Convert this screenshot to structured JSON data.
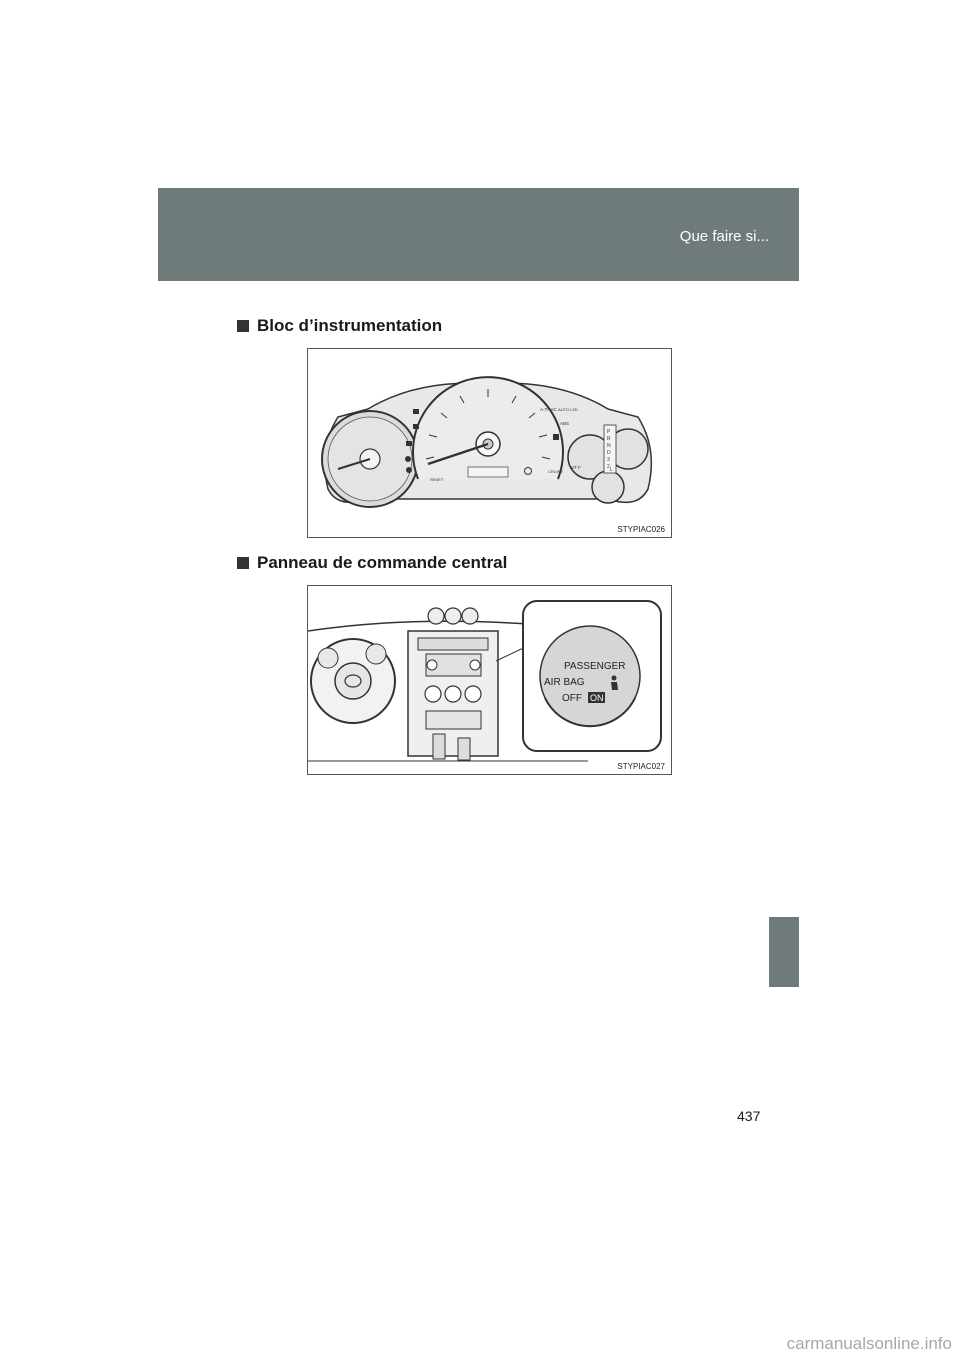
{
  "header": {
    "title": "Que faire si..."
  },
  "sections": [
    {
      "heading": "Bloc d’instrumentation",
      "figure_code": "STYPIAC026"
    },
    {
      "heading": "Panneau de commande central",
      "figure_code": "STYPIAC027"
    }
  ],
  "cluster_labels": {
    "trac": "A-TRAC",
    "auto_lsd": "AUTO LSD",
    "abs": "ABS",
    "atf": "A/T F",
    "cruise": "CRUISE",
    "reset": "RESET",
    "shift": [
      "P",
      "R",
      "N",
      "D",
      "3",
      "2",
      "L"
    ]
  },
  "airbag_panel": {
    "line1": "PASSENGER",
    "line2": "AIR BAG",
    "off": "OFF",
    "on": "ON"
  },
  "page_number": "437",
  "watermark": "carmanualsonline.info"
}
